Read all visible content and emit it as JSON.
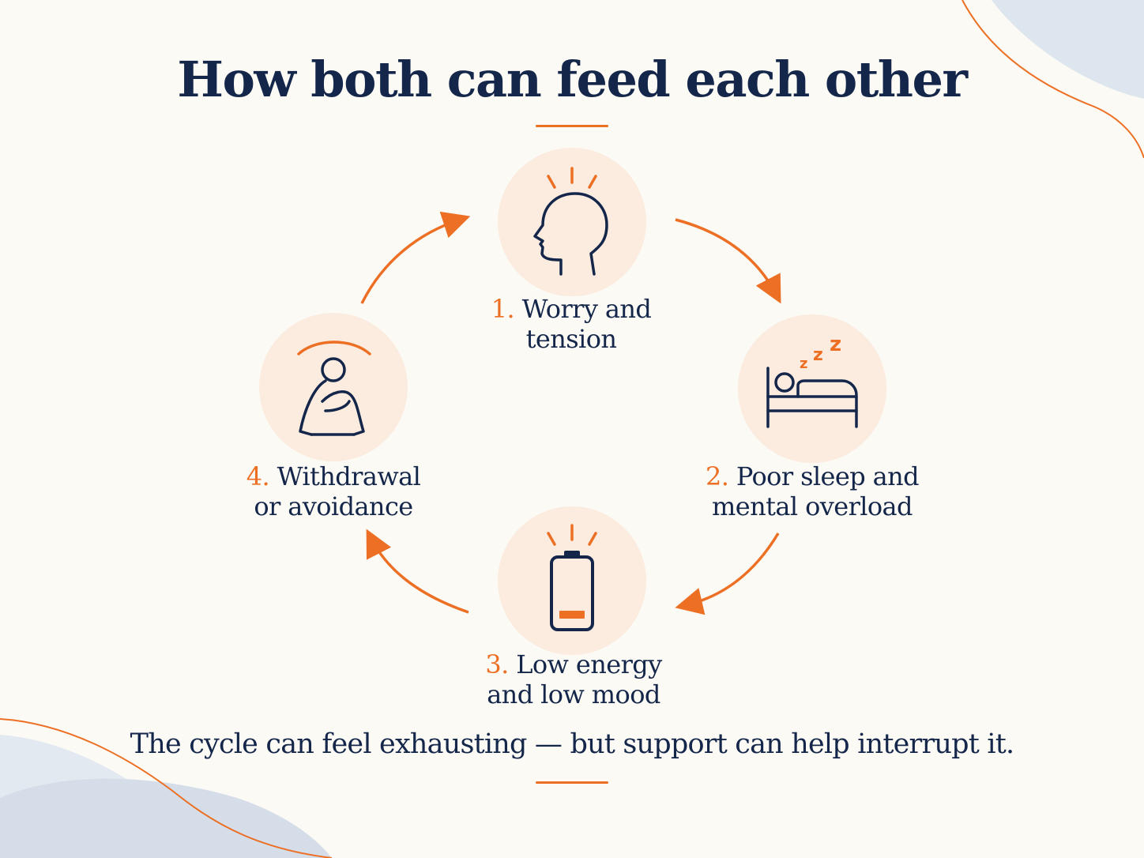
{
  "title": "How both can feed each other",
  "tagline": "The cycle can feel exhausting — but support can help interrupt it.",
  "colors": {
    "accent": "#ec6f24",
    "ink": "#14264a",
    "circle": "#fcecdf",
    "background": "#fcfaf5",
    "blob": "#d9e2ec"
  },
  "steps": [
    {
      "number": "1.",
      "line1": "Worry and",
      "line2": "tension",
      "icon": "head-icon"
    },
    {
      "number": "2.",
      "line1": "Poor sleep and",
      "line2": "mental overload",
      "icon": "sleeping-in-bed-icon"
    },
    {
      "number": "3.",
      "line1": "Low energy",
      "line2": "and low mood",
      "icon": "low-battery-icon"
    },
    {
      "number": "4.",
      "line1": "Withdrawal",
      "line2": "or avoidance",
      "icon": "person-hugging-knees-icon"
    }
  ],
  "sleep_glyphs": [
    "z",
    "z",
    "z"
  ]
}
